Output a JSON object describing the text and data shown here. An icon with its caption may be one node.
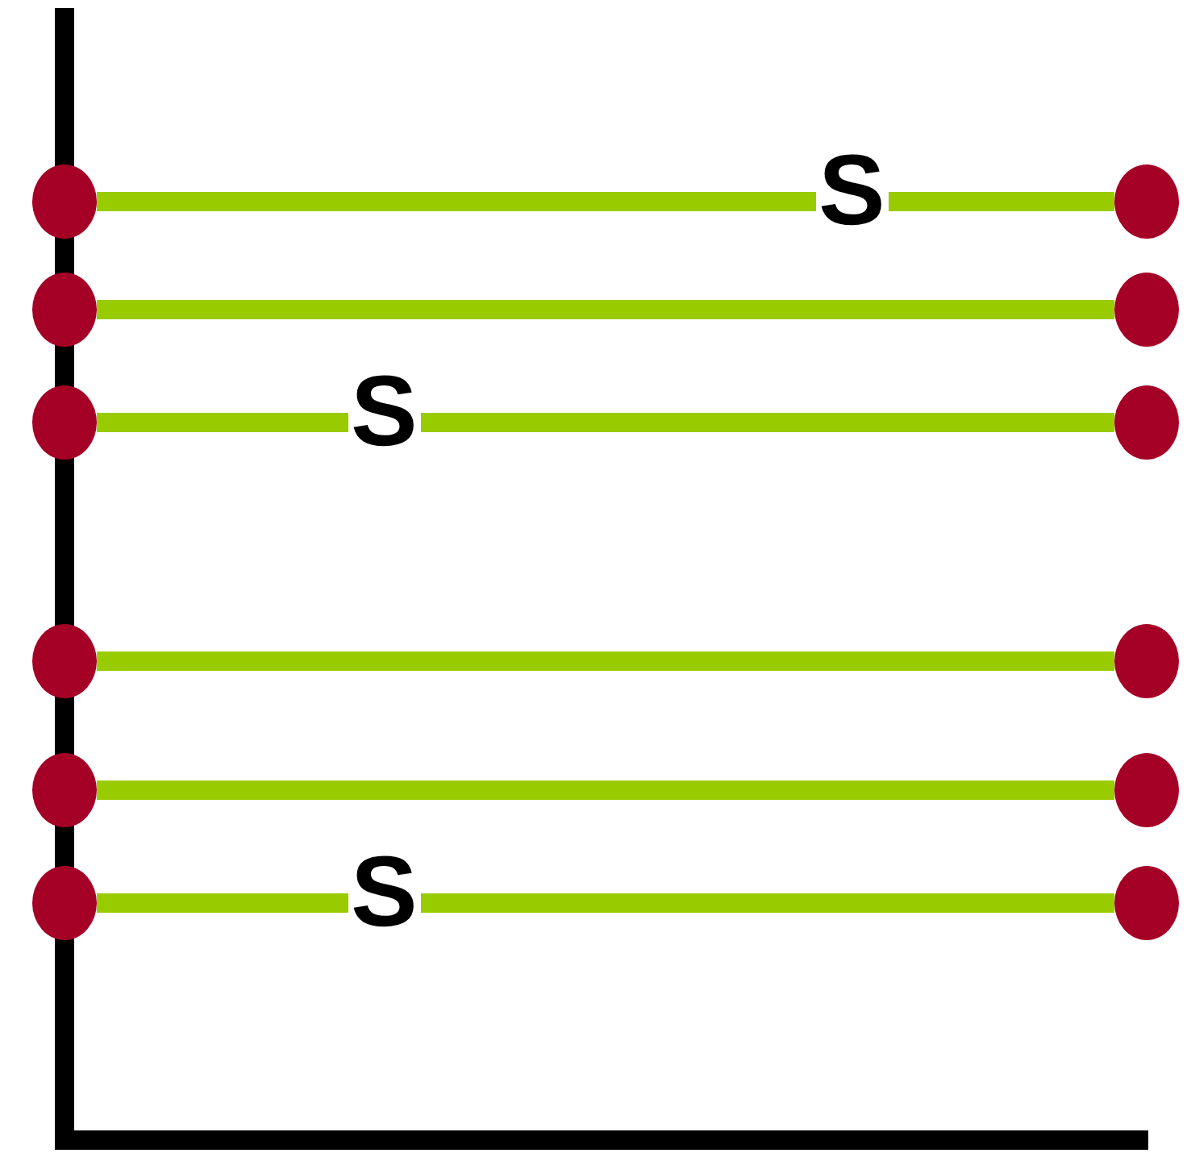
{
  "diagram": {
    "nodes": [
      {
        "text": [],
        "shape": "circle"
      },
      {
        "text": [],
        "shape": "circle"
      },
      {
        "text": [],
        "shape": "circle"
      },
      {
        "text": [],
        "shape": "circle"
      },
      {
        "text": [],
        "shape": "circle"
      },
      {
        "text": [],
        "shape": "circle"
      },
      {
        "text": [],
        "shape": "circle"
      },
      {
        "text": [],
        "shape": "circle"
      },
      {
        "text": [],
        "shape": "circle"
      },
      {
        "text": [],
        "shape": "circle"
      },
      {
        "text": [],
        "shape": "circle"
      },
      {
        "text": [],
        "shape": "circle"
      }
    ],
    "edges": [
      {
        "from": 0,
        "to": 1,
        "arrow": "none",
        "label": "S"
      },
      {
        "from": 2,
        "to": 3,
        "arrow": "none"
      },
      {
        "from": 4,
        "to": 5,
        "arrow": "none",
        "label": "S"
      },
      {
        "from": 6,
        "to": 7,
        "arrow": "none"
      },
      {
        "from": 8,
        "to": 9,
        "arrow": "none"
      },
      {
        "from": 10,
        "to": 11,
        "arrow": "none",
        "label": "S"
      }
    ]
  }
}
